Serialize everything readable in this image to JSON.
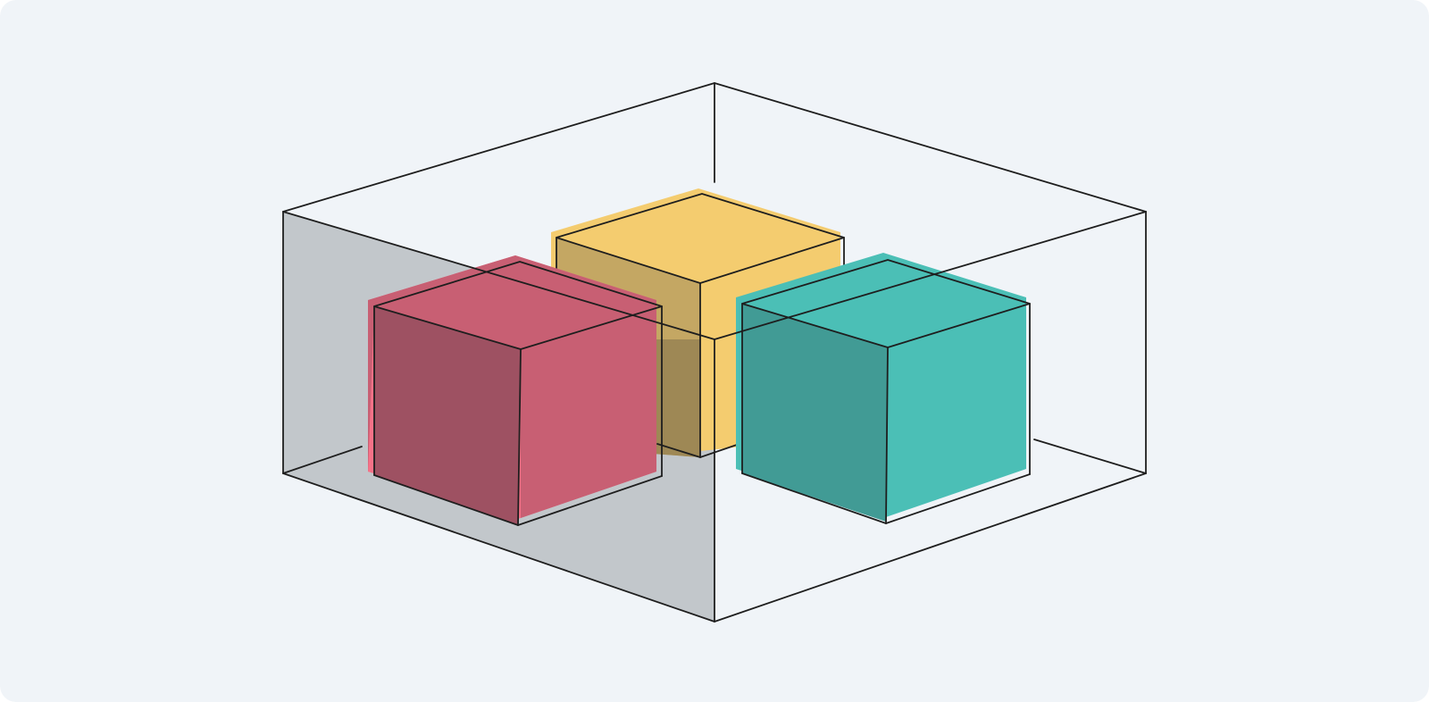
{
  "diagram": {
    "type": "isometric-box-with-cubes",
    "colors": {
      "background": "#f0f4f8",
      "ink": "#1e1e1e",
      "shadow_face": "#c2c7cb",
      "cube_yellow": "#f4cc6f",
      "cube_pink": "#f67288",
      "cube_teal": "#4bbfb6"
    },
    "cubes": [
      {
        "name": "yellow",
        "color": "#f4cc6f"
      },
      {
        "name": "pink",
        "color": "#f67288"
      },
      {
        "name": "teal",
        "color": "#4bbfb6"
      }
    ]
  }
}
